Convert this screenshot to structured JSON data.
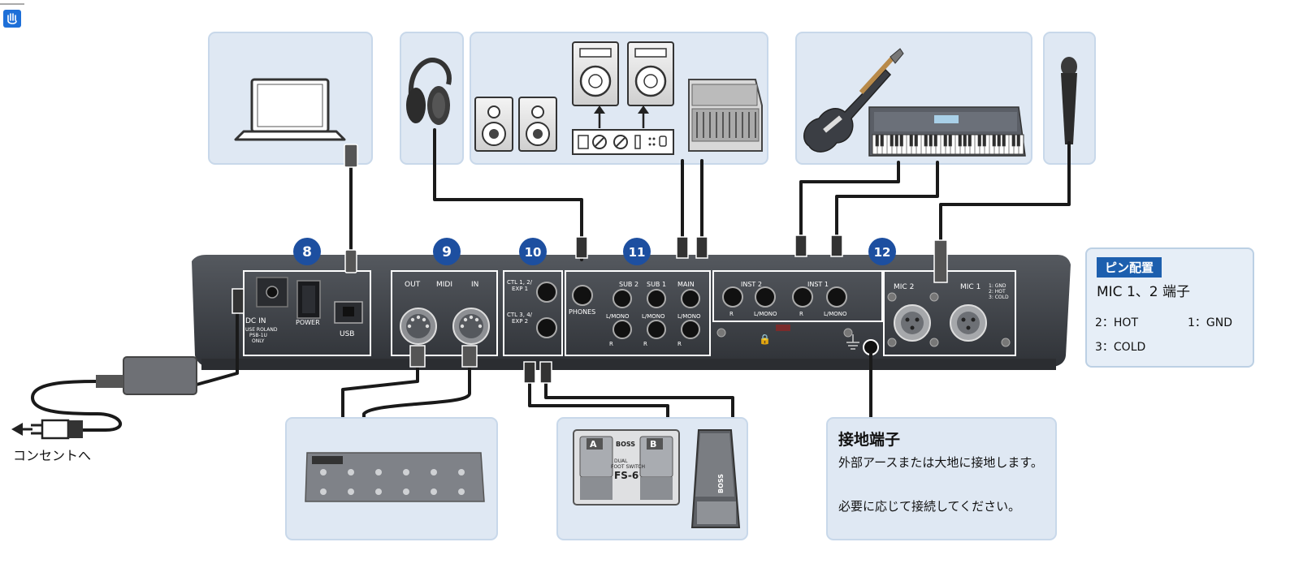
{
  "callouts": {
    "n8": "8",
    "n9": "9",
    "n10": "10",
    "n11": "11",
    "n12": "12"
  },
  "panel": {
    "dc_in": "DC IN",
    "dc_sub": "USE ROLAND\nPSB-1U\nONLY",
    "power": "POWER",
    "usb": "USB",
    "midi_out": "OUT",
    "midi": "MIDI",
    "midi_in": "IN",
    "ctl12": "CTL 1, 2/\nEXP 1",
    "ctl34": "CTL 3, 4/\nEXP 2",
    "phones": "PHONES",
    "sub2": "SUB 2",
    "sub1": "SUB 1",
    "main": "MAIN",
    "lmono": "L/MONO",
    "r": "R",
    "inst2": "INST 2",
    "inst1": "INST 1",
    "mic2": "MIC 2",
    "mic1": "MIC 1",
    "mic_pins": "1: GND\n2: HOT\n3: COLD"
  },
  "footswitch": {
    "brand": "BOSS",
    "type": "DUAL\nFOOT SWITCH",
    "model": "FS-6",
    "a": "A",
    "b": "B"
  },
  "expression": {
    "brand": "BOSS"
  },
  "ground": {
    "title": "接地端子",
    "desc1": "外部アースまたは大地に接地します。",
    "desc2": "必要に応じて接続してください。"
  },
  "outlet": "コンセントへ",
  "pin": {
    "title": "ピン配置",
    "subtitle": "MIC 1、2 端子",
    "hot": "2：HOT",
    "gnd": "1：GND",
    "cold": "3：COLD"
  },
  "colors": {
    "box_fill": "#dfe8f3",
    "box_border": "#c8d8ea",
    "badge": "#1d4fa0",
    "device": "#3a3d42",
    "accent": "#1d5fae"
  }
}
